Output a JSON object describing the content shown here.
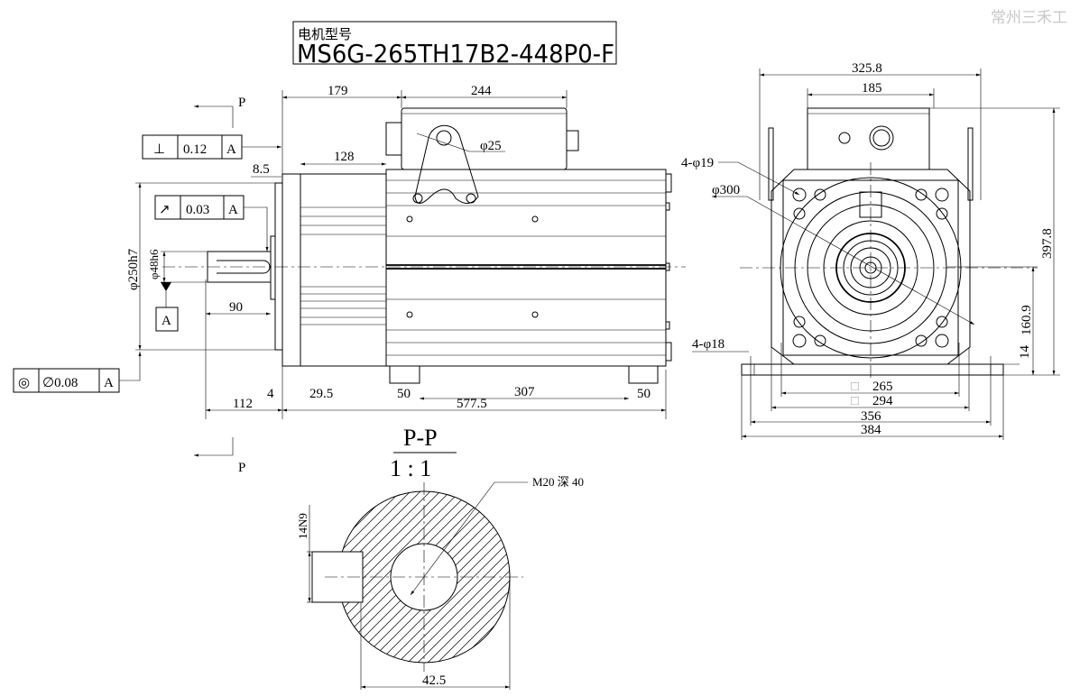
{
  "watermark": "常州三禾工",
  "title_block": {
    "label": "电机型号",
    "model": "MS6G-265TH17B2-448P0-F"
  },
  "section": {
    "name": "P-P",
    "scale": "1 : 1",
    "marker": "P",
    "thread_note": "M20 深 40",
    "key_width": "14N9",
    "shaft_height": "42.5"
  },
  "side_view": {
    "dims": {
      "d179": "179",
      "d244": "244",
      "d128": "128",
      "d8_5": "8.5",
      "d112": "112",
      "d577_5": "577.5",
      "d307": "307",
      "d50a": "50",
      "d50b": "50",
      "d4": "4",
      "d29_5": "29.5",
      "d90": "90",
      "d250": "φ250h7",
      "d48": "φ48h6",
      "d25": "φ25"
    },
    "tolerances": {
      "perpendicularity": {
        "symbol": "⊥",
        "value": "0.12",
        "datum": "A"
      },
      "runout": {
        "symbol": "↗",
        "value": "0.03",
        "datum": "A"
      },
      "concentricity": {
        "symbol": "◎",
        "value": "∅0.08",
        "datum": "A"
      },
      "datum_label": "A"
    }
  },
  "front_view": {
    "dims": {
      "d325_8": "325.8",
      "d185": "185",
      "d397_8": "397.8",
      "d160_9": "160.9",
      "d265": "265",
      "d294": "294",
      "d356": "356",
      "d384": "384",
      "d14": "14",
      "holes19": "4-φ19",
      "d300": "φ300",
      "holes18": "4-φ18",
      "sq": "□"
    }
  }
}
